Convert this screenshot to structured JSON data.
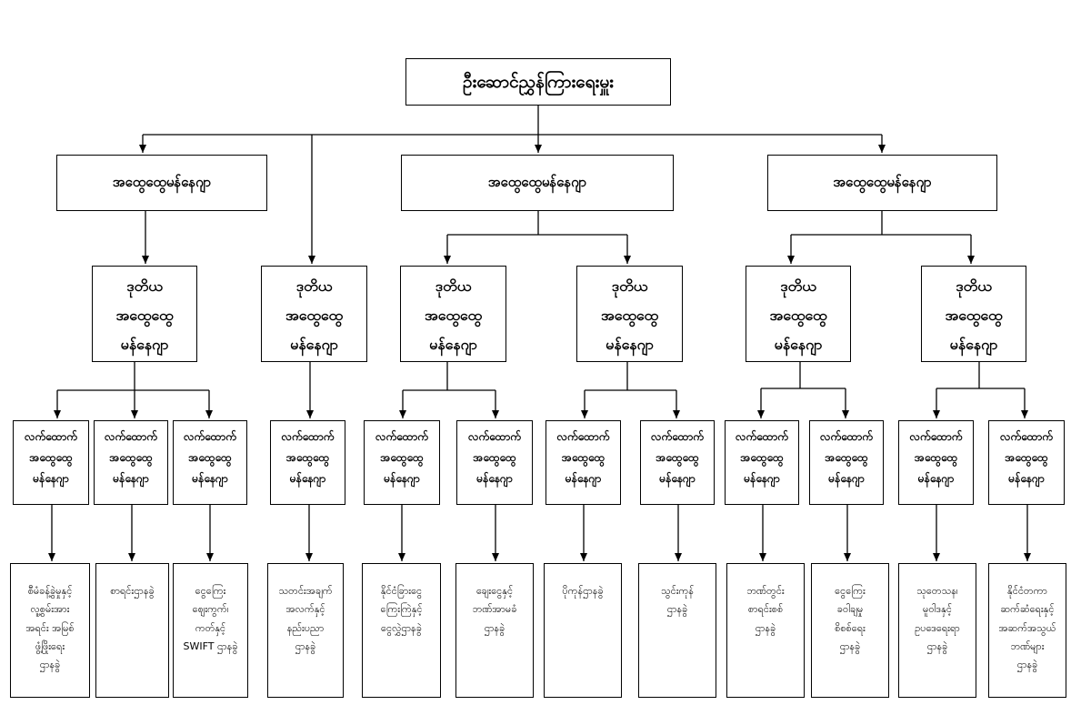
{
  "root": {
    "label": "ဦးဆောင်ညွှန်ကြားရေးမှူး"
  },
  "level1": [
    {
      "label": "အထွေထွေမန်နေဂျာ"
    },
    {
      "label": "အထွေထွေမန်နေဂျာ"
    },
    {
      "label": "အထွေထွေမန်နေဂျာ"
    }
  ],
  "level2": [
    {
      "label": "ဒုတိယ\nအထွေထွေ\nမန်နေဂျာ"
    },
    {
      "label": "ဒုတိယ\nအထွေထွေ\nမန်နေဂျာ"
    },
    {
      "label": "ဒုတိယ\nအထွေထွေ\nမန်နေဂျာ"
    },
    {
      "label": "ဒုတိယ\nအထွေထွေ\nမန်နေဂျာ"
    },
    {
      "label": "ဒုတိယ\nအထွေထွေ\nမန်နေဂျာ"
    },
    {
      "label": "ဒုတိယ\nအထွေထွေ\nမန်နေဂျာ"
    }
  ],
  "level3": [
    {
      "label": "လက်ထောက်\nအထွေထွေ\nမန်နေဂျာ"
    },
    {
      "label": "လက်ထောက်\nအထွေထွေ\nမန်နေဂျာ"
    },
    {
      "label": "လက်ထောက်\nအထွေထွေ\nမန်နေဂျာ"
    },
    {
      "label": "လက်ထောက်\nအထွေထွေ\nမန်နေဂျာ"
    },
    {
      "label": "လက်ထောက်\nအထွေထွေ\nမန်နေဂျာ"
    },
    {
      "label": "လက်ထောက်\nအထွေထွေ\nမန်နေဂျာ"
    },
    {
      "label": "လက်ထောက်\nအထွေထွေ\nမန်နေဂျာ"
    },
    {
      "label": "လက်ထောက်\nအထွေထွေ\nမန်နေဂျာ"
    },
    {
      "label": "လက်ထောက်\nအထွေထွေ\nမန်နေဂျာ"
    },
    {
      "label": "လက်ထောက်\nအထွေထွေ\nမန်နေဂျာ"
    },
    {
      "label": "လက်ထောက်\nအထွေထွေ\nမန်နေဂျာ"
    },
    {
      "label": "လက်ထောက်\nအထွေထွေ\nမန်နေဂျာ"
    }
  ],
  "level4": [
    {
      "label": "စီမံခန့်ခွဲမှုနှင့်\nလူ့စွမ်းအား\nအရင်း အမြစ်\nဖွံ့ဖြိုးရေး\nဌာနခွဲ"
    },
    {
      "label": "စာရင်းဌာနခွဲ"
    },
    {
      "label": "ငွေကြေး\nဈေးကွက်၊\nကတ်နှင့်\nSWIFT ဌာနခွဲ"
    },
    {
      "label": "သတင်းအချက်\nအလက်နှင့်\nနည်းပညာ\nဌာနခွဲ"
    },
    {
      "label": "နိုင်ငံခြားငွေ\nကြေးကြဲနှင့်\nငွေလွှဲဌာနခွဲ"
    },
    {
      "label": "ချေးငွေနှင့်\nဘဏ်အာမခံ\nဌာနခွဲ"
    },
    {
      "label": "ပိုကုန်ဌာနခွဲ"
    },
    {
      "label": "သွင်းကုန်\nဌာနခွဲ"
    },
    {
      "label": "ဘဏ်တွင်း\nစာရင်းစစ်\nဌာနခွဲ"
    },
    {
      "label": "ငွေကြေး\nခဝါချမှု\nစိစစ်ရေး\nဌာနခွဲ"
    },
    {
      "label": "သုတေသန၊\nမူဝါဒနှင့်\nဥပဒေရေးရာ\nဌာနခွဲ"
    },
    {
      "label": "နိုင်ငံတကာ\nဆက်ဆံရေးနှင့်\nအဆက်အသွယ်\nဘဏ်များ\nဌာနခွဲ"
    }
  ]
}
